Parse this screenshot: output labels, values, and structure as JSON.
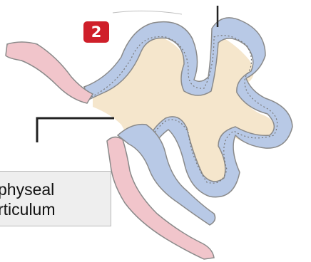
{
  "badge": {
    "number": "2"
  },
  "label": {
    "line1": "physeal",
    "line2": "rticulum"
  },
  "colors": {
    "lumen": "#f5e6cc",
    "mucosa": "#b8c9e6",
    "muscle_wall": "#f1c5cb",
    "outline": "#8a8a8a",
    "badge": "#cf1f2a",
    "label_background": "#eeeeee"
  }
}
